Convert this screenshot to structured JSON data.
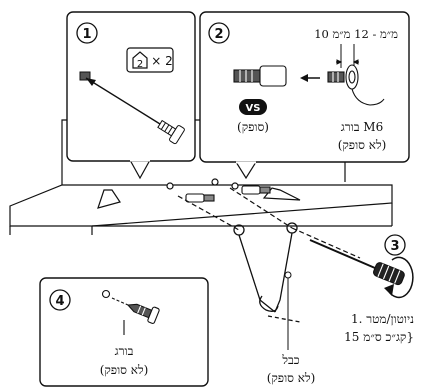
{
  "steps": {
    "step1": "1",
    "step2": "2",
    "step3": "3",
    "step4": "4"
  },
  "panel1": {
    "icon_number": "2",
    "icon_multiplier": "× 2"
  },
  "panel2": {
    "dimension": "10 מ״מ - 12 מ״מ",
    "vs_badge": "VS",
    "supplied_label": "(סופק)",
    "screw_label": "בורג M6",
    "screw_note": "(לא סופק)"
  },
  "panel4": {
    "screw_label": "בורג",
    "screw_note": "(לא סופק)"
  },
  "labels": {
    "strength_line1": "1. ניוטון/מטר",
    "strength_line2": "15 קג״כ ס״מ}",
    "cable_label": "כבל",
    "cable_note": "(לא סופק)"
  }
}
